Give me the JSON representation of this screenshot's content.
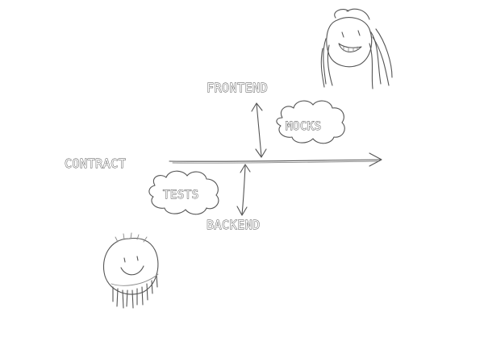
{
  "labels": {
    "frontend": "FRONTEND",
    "contract": "CONTRACT",
    "backend": "BACKEND",
    "mocks": "MOCKS",
    "tests": "TESTS"
  },
  "colors": {
    "ink": "#555555",
    "background": "#ffffff"
  },
  "icons": {
    "frontend_person": "face-with-long-hair-icon",
    "backend_person": "smiling-face-with-beard-icon"
  }
}
